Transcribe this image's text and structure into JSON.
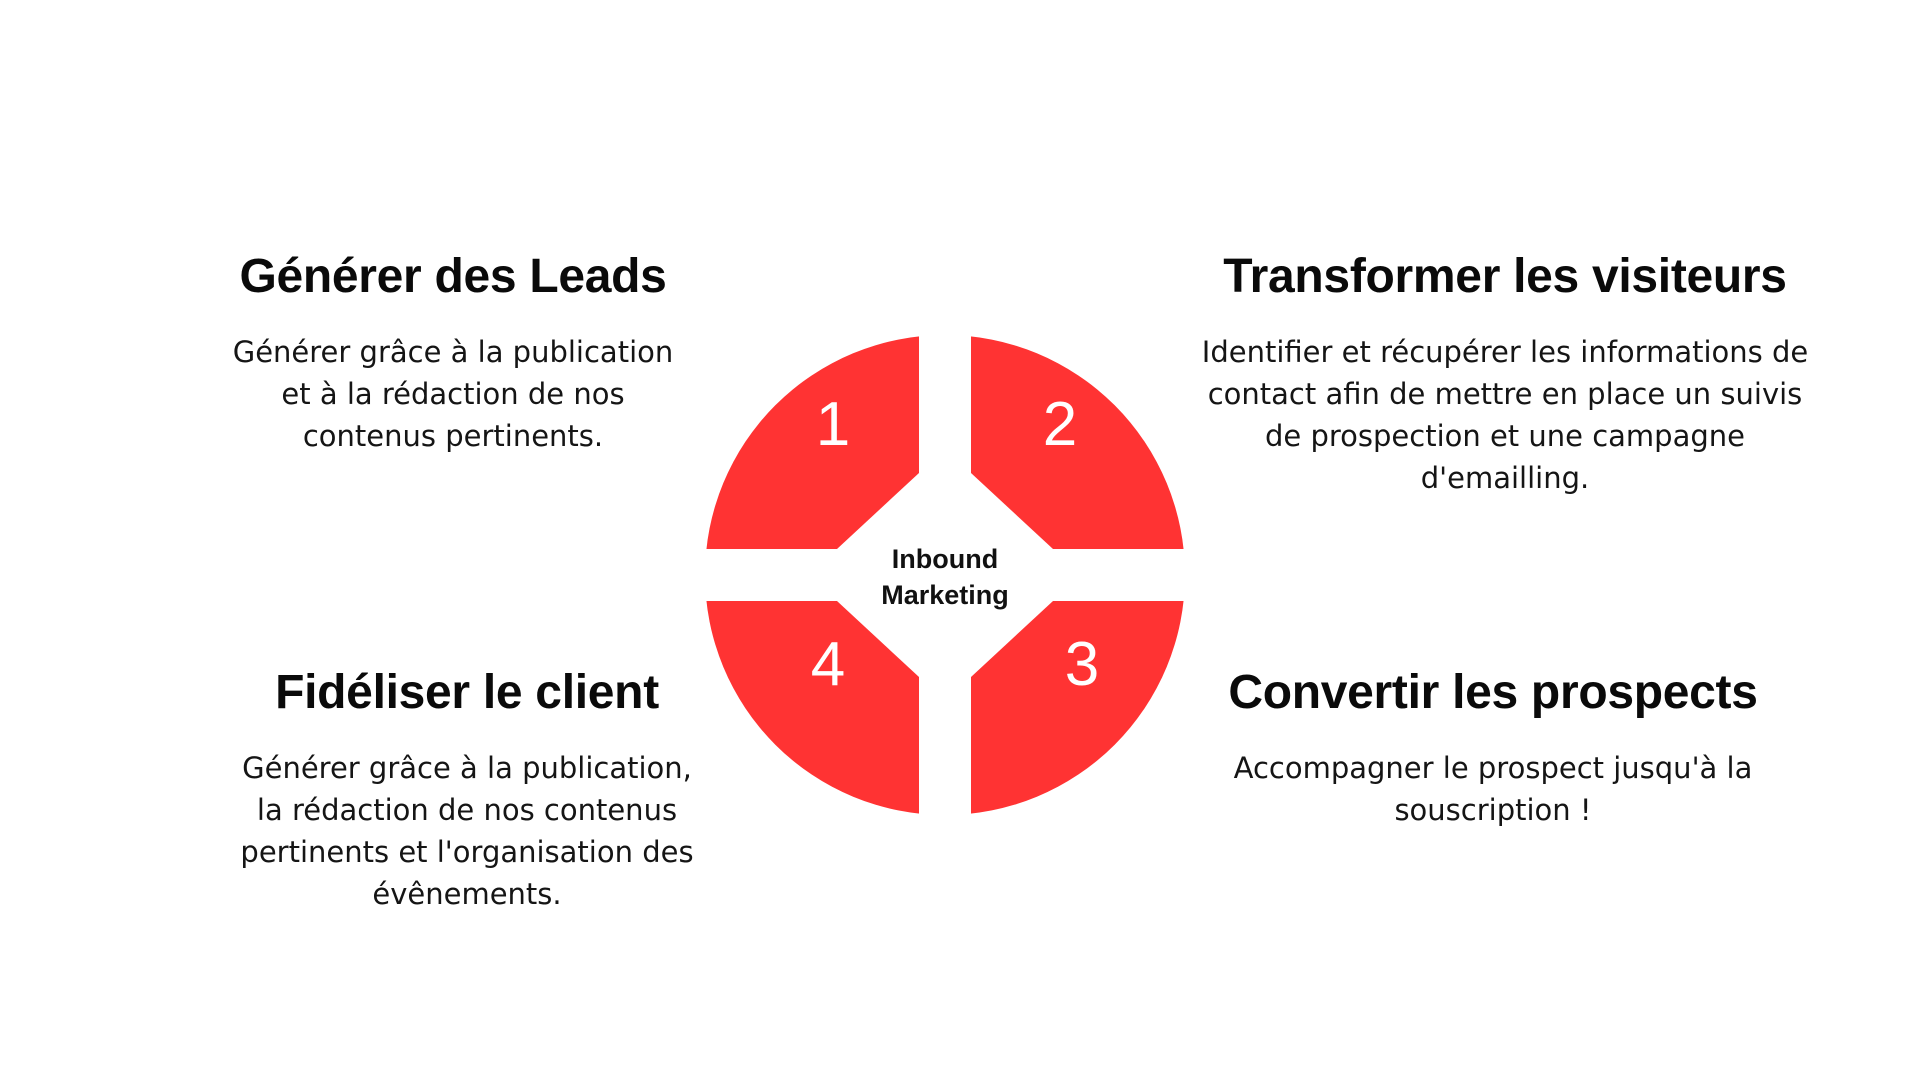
{
  "diagram": {
    "center": {
      "line1": "Inbound",
      "line2": "Marketing"
    },
    "segments": [
      {
        "number": "1",
        "color": "#ff3333"
      },
      {
        "number": "2",
        "color": "#ff3333"
      },
      {
        "number": "3",
        "color": "#ff3333"
      },
      {
        "number": "4",
        "color": "#ff3333"
      }
    ],
    "background_cross_color": "#fafafa"
  },
  "steps": {
    "top_left": {
      "title": "Générer des Leads",
      "lines": [
        "Générer grâce à la publication",
        "et à la rédaction de nos",
        "contenus pertinents."
      ]
    },
    "top_right": {
      "title": "Transformer les visiteurs",
      "lines": [
        "Identifier et récupérer les informations de",
        "contact afin de mettre en place un suivis",
        "de prospection et une campagne",
        "d'emailling."
      ]
    },
    "bottom_right": {
      "title": "Convertir les prospects",
      "lines": [
        "Accompagner le prospect jusqu'à la",
        "souscription !"
      ]
    },
    "bottom_left": {
      "title": "Fidéliser le client",
      "lines": [
        "Générer grâce à la publication,",
        "la rédaction de nos contenus",
        "pertinents et l'organisation des",
        "évênements."
      ]
    }
  }
}
